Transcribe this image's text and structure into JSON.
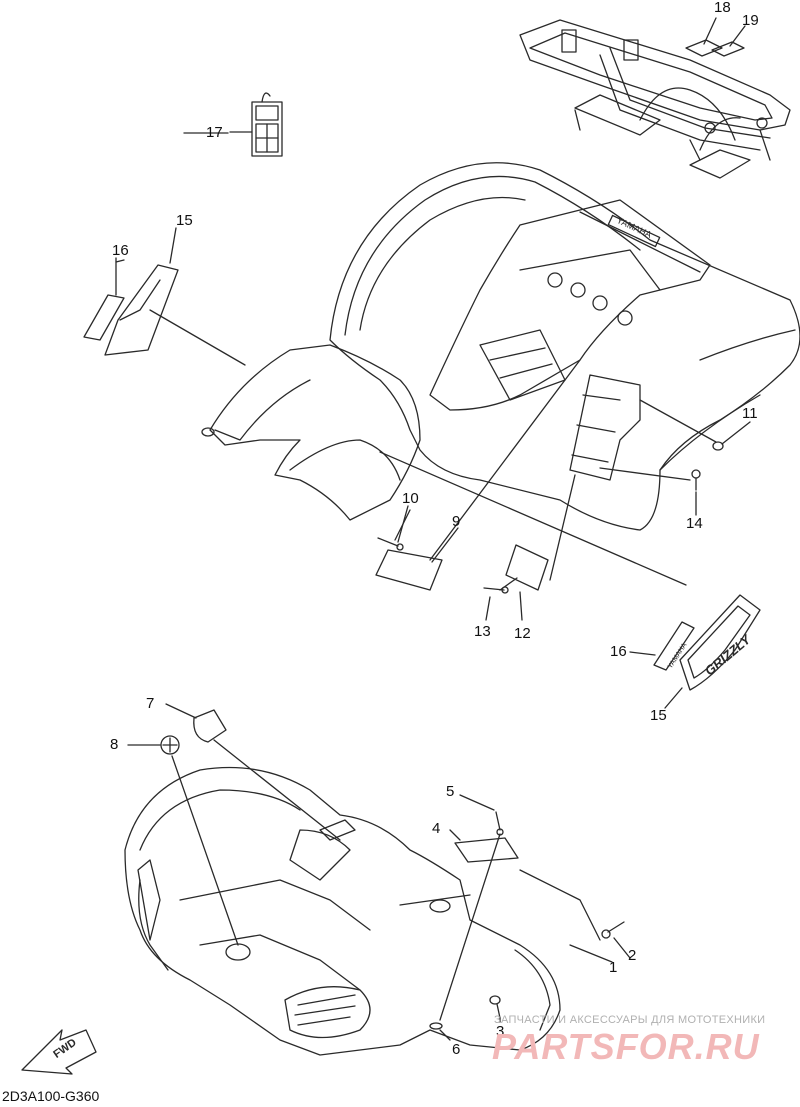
{
  "diagram": {
    "code": "2D3A100-G360",
    "fwd_label": "FWD",
    "rear_fender_logo": "GRIZZLY",
    "rear_decal_text": "YAMAHA",
    "callouts": [
      {
        "id": "c1",
        "label": "1"
      },
      {
        "id": "c2",
        "label": "2"
      },
      {
        "id": "c3",
        "label": "3"
      },
      {
        "id": "c4",
        "label": "4"
      },
      {
        "id": "c5",
        "label": "5"
      },
      {
        "id": "c6",
        "label": "6"
      },
      {
        "id": "c7",
        "label": "7"
      },
      {
        "id": "c8",
        "label": "8"
      },
      {
        "id": "c9",
        "label": "9"
      },
      {
        "id": "c10",
        "label": "10"
      },
      {
        "id": "c11",
        "label": "11"
      },
      {
        "id": "c12",
        "label": "12"
      },
      {
        "id": "c13",
        "label": "13"
      },
      {
        "id": "c14",
        "label": "14"
      },
      {
        "id": "c15a",
        "label": "15"
      },
      {
        "id": "c15b",
        "label": "15"
      },
      {
        "id": "c16a",
        "label": "16"
      },
      {
        "id": "c16b",
        "label": "16"
      },
      {
        "id": "c17",
        "label": "17"
      },
      {
        "id": "c18",
        "label": "18"
      },
      {
        "id": "c19",
        "label": "19"
      }
    ]
  },
  "watermark": {
    "tagline": "ЗАПЧАСТИ И АКСЕССУАРЫ ДЛЯ МОТОТЕХНИКИ",
    "brand": "PARTSFOR.RU"
  },
  "colors": {
    "line": "#2a2a2a",
    "watermark_red": "#f2b8b8",
    "watermark_gray": "#b0b0b0"
  }
}
